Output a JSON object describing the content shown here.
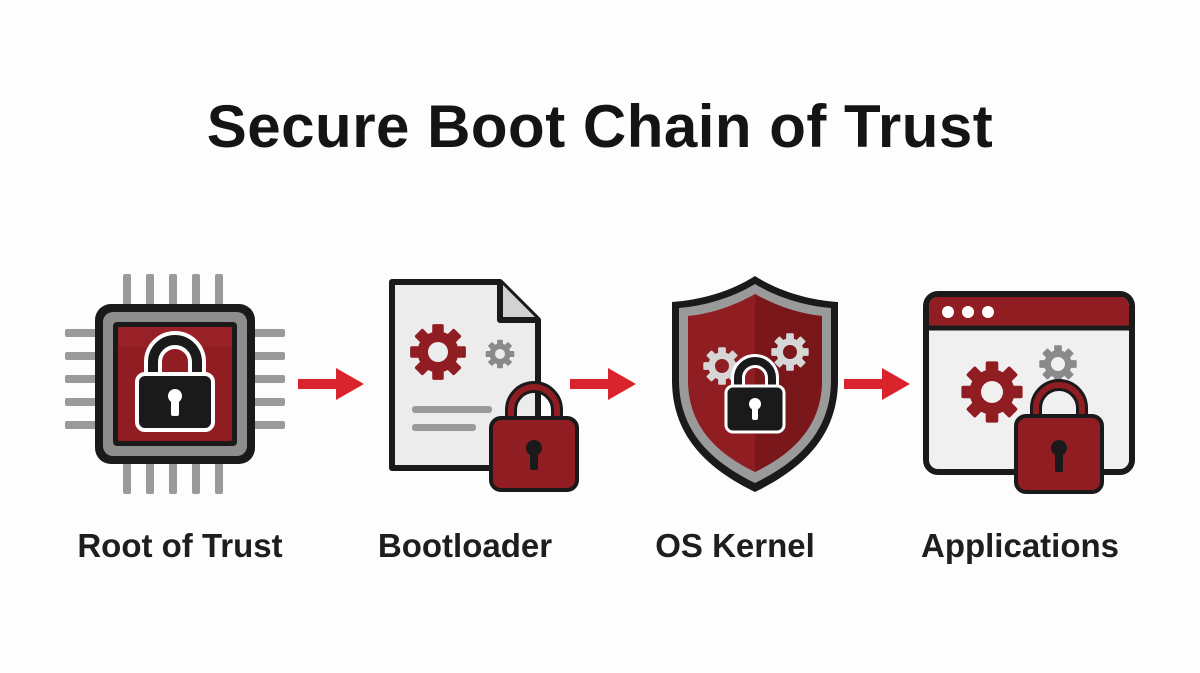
{
  "title": "Secure Boot Chain of Trust",
  "colors": {
    "accent": "#8f1d22",
    "accent_dark": "#6e1418",
    "arrow": "#d8242a",
    "outline": "#1a1a1a",
    "grey": "#8a8a8a",
    "light_grey": "#ececec"
  },
  "stages": [
    {
      "label": "Root of Trust",
      "icon": "chip-lock-icon"
    },
    {
      "label": "Bootloader",
      "icon": "document-gear-lock-icon"
    },
    {
      "label": "OS Kernel",
      "icon": "shield-gear-lock-icon"
    },
    {
      "label": "Applications",
      "icon": "window-gear-lock-icon"
    }
  ],
  "connectors": [
    "arrow-right-icon",
    "arrow-right-icon",
    "arrow-right-icon"
  ]
}
